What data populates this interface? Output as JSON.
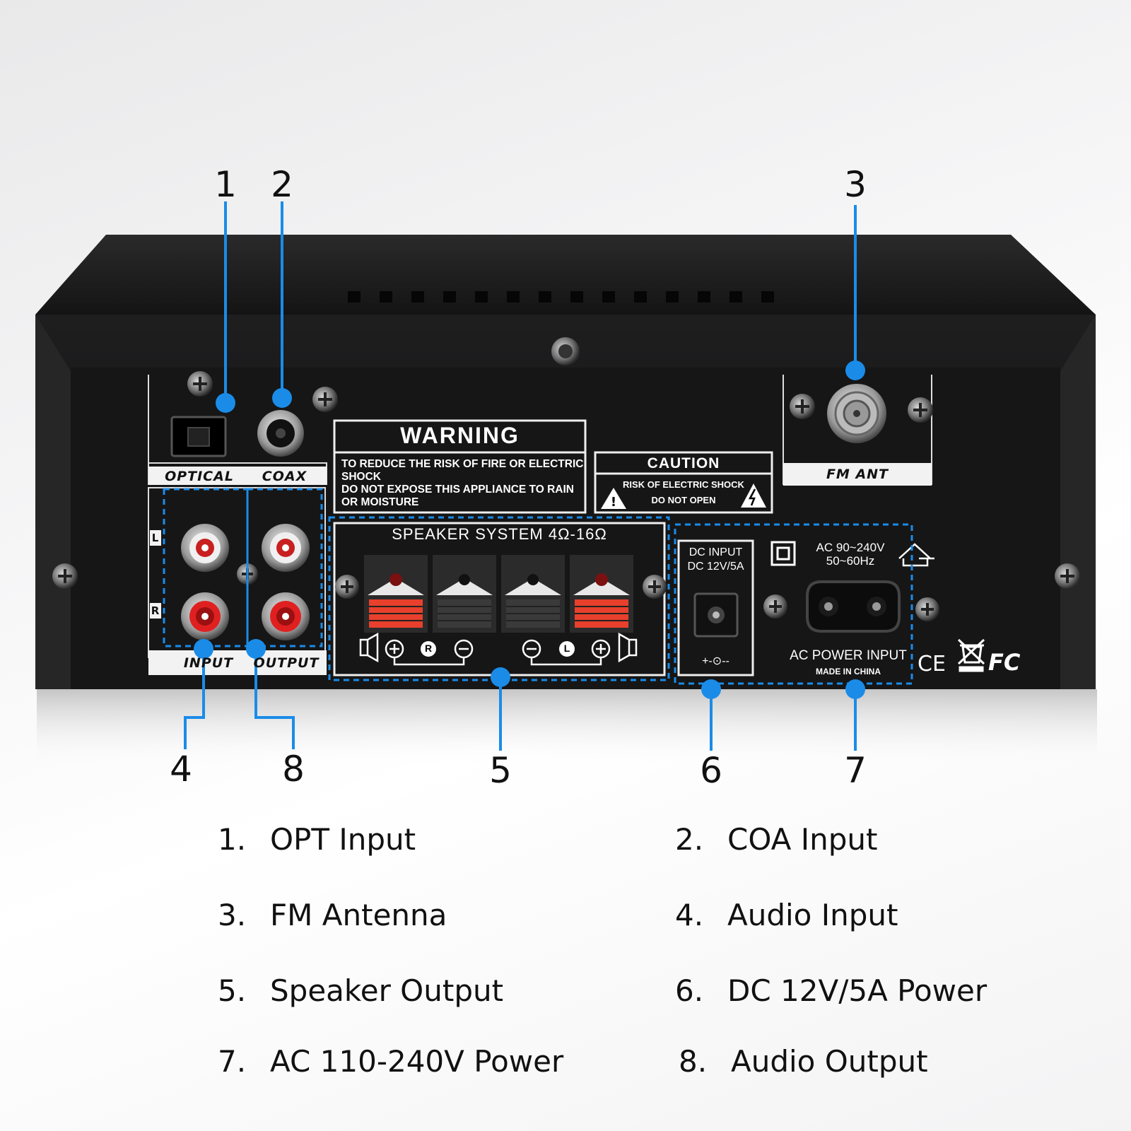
{
  "callouts": [
    "1",
    "2",
    "3",
    "4",
    "8",
    "5",
    "6",
    "7"
  ],
  "panel": {
    "optical": "OPTICAL",
    "coax": "COAX",
    "input": "INPUT",
    "output": "OUTPUT",
    "left": "L",
    "right": "R",
    "fm_ant": "FM ANT",
    "warning_title": "WARNING",
    "warning_line1": "TO REDUCE THE RISK OF FIRE OR ELECTRIC",
    "warning_line2": "SHOCK",
    "warning_line3": "DO NOT EXPOSE THIS APPLIANCE TO RAIN",
    "warning_line4": "OR MOISTURE",
    "caution_title": "CAUTION",
    "caution_line1": "RISK OF ELECTRIC SHOCK",
    "caution_line2": "DO NOT OPEN",
    "speaker_system": "SPEAKER SYSTEM 4Ω-16Ω",
    "speaker_r": "R",
    "speaker_l": "L",
    "dc_input": "DC INPUT",
    "dc_rating": "DC 12V/5A",
    "dc_polarity": "+-⊙--",
    "ac_range": "AC 90~240V",
    "ac_freq": "50~60Hz",
    "ac_power_input": "AC POWER INPUT",
    "made_in": "MADE IN CHINA",
    "ce": "CE",
    "fc": "FC"
  },
  "legend": [
    {
      "num": "1.",
      "text": "OPT  Input"
    },
    {
      "num": "2.",
      "text": "COA Input"
    },
    {
      "num": "3.",
      "text": "FM Antenna"
    },
    {
      "num": "4.",
      "text": "Audio Input"
    },
    {
      "num": "5.",
      "text": "Speaker Output"
    },
    {
      "num": "6.",
      "text": "DC 12V/5A Power"
    },
    {
      "num": "7.",
      "text": "AC 110-240V Power"
    },
    {
      "num": "8.",
      "text": "Audio Output"
    }
  ],
  "colors": {
    "accent": "#1a8ce8",
    "chassis": "#1b1b1c",
    "speaker_red": "#e8402c"
  }
}
